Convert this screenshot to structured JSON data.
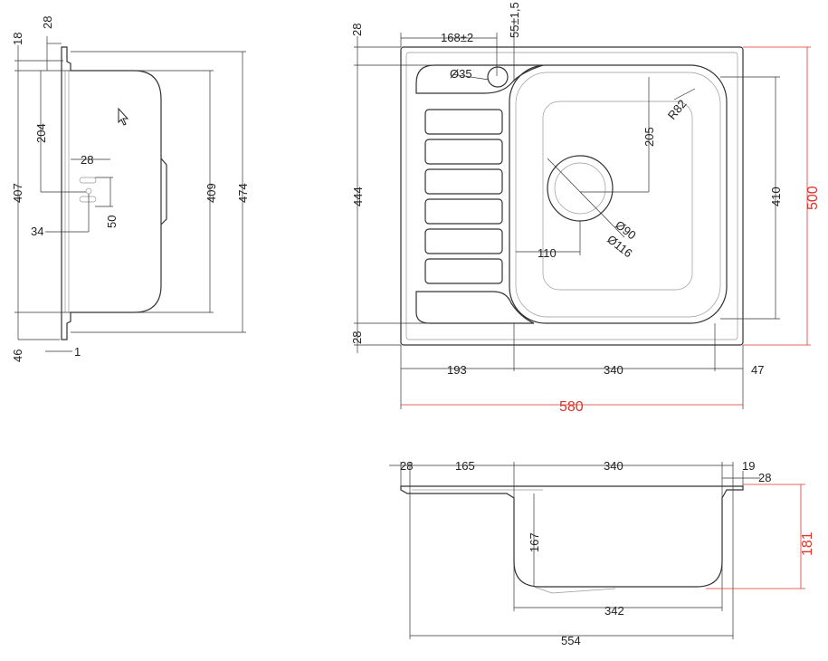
{
  "colors": {
    "line": "#333333",
    "accent": "#e0342a"
  },
  "side_view": {
    "d_28_top": "28",
    "d_18": "18",
    "d_204": "204",
    "d_28_mid": "28",
    "d_407": "407",
    "d_409": "409",
    "d_474": "474",
    "d_50": "50",
    "d_34": "34",
    "d_46": "46",
    "d_1": "1"
  },
  "top_view": {
    "d_28_top": "28",
    "d_168": "168",
    "d_168_tol": "±2",
    "d_55": "55",
    "d_55_tol": "±1,5",
    "d_dia35": "Ø35",
    "d_r82": "R82",
    "d_205": "205",
    "d_444": "444",
    "d_410": "410",
    "d_500": "500",
    "d_dia90": "Ø90",
    "d_dia116": "Ø116",
    "d_110": "110",
    "d_28_bottom": "28",
    "d_193": "193",
    "d_340": "340",
    "d_47": "47",
    "d_580": "580"
  },
  "front_view": {
    "d_28_left": "28",
    "d_165": "165",
    "d_340": "340",
    "d_19": "19",
    "d_28_right": "28",
    "d_181": "181",
    "d_167": "167",
    "d_342": "342",
    "d_554": "554"
  },
  "cursor": "pointer-cursor-icon"
}
